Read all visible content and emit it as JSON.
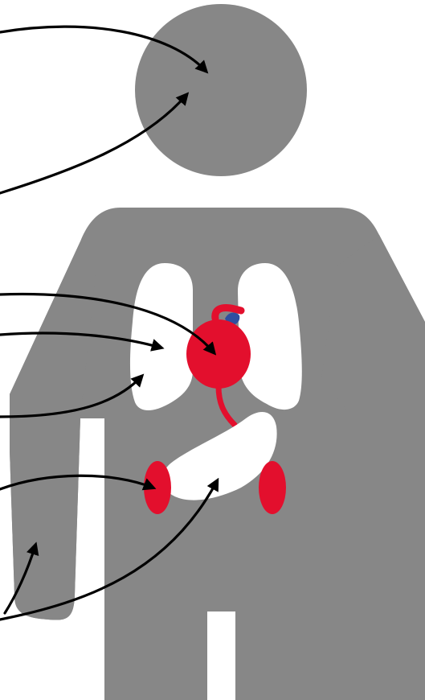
{
  "colors": {
    "background": "#ffffff",
    "body": "#878787",
    "organ_cavity": "#ffffff",
    "heart": "#e30f2d",
    "vein": "#2f4fa0",
    "kidney": "#e30f2d",
    "arrow": "#000000"
  },
  "parts": {
    "head": "head",
    "torso": "torso",
    "left_arm": "left-arm",
    "right_arm": "right-arm",
    "left_lung": "left-lung",
    "right_lung": "right-lung",
    "heart": "heart",
    "intestine": "intestine",
    "left_kidney": "left-kidney",
    "right_kidney": "right-kidney"
  },
  "arrows": [
    {
      "target": "head"
    },
    {
      "target": "head"
    },
    {
      "target": "heart"
    },
    {
      "target": "left-lung"
    },
    {
      "target": "left-lung"
    },
    {
      "target": "left-kidney"
    },
    {
      "target": "left-arm"
    },
    {
      "target": "intestine"
    }
  ]
}
